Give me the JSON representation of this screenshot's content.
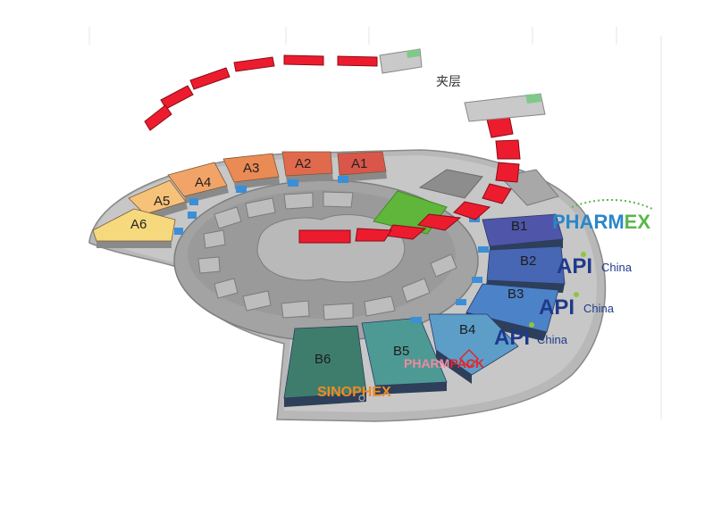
{
  "mezzanine_label": "夹层",
  "halls_a": [
    {
      "label": "A1",
      "color": "#d9574a"
    },
    {
      "label": "A2",
      "color": "#e16a4c"
    },
    {
      "label": "A3",
      "color": "#ea8a55"
    },
    {
      "label": "A4",
      "color": "#f2a468"
    },
    {
      "label": "A5",
      "color": "#f6c27a"
    },
    {
      "label": "A6",
      "color": "#f6d87d"
    }
  ],
  "halls_b": [
    {
      "label": "B1",
      "color": "#4f55a8"
    },
    {
      "label": "B2",
      "color": "#4766b4"
    },
    {
      "label": "B3",
      "color": "#4c82c8"
    },
    {
      "label": "B4",
      "color": "#5d9ec9"
    },
    {
      "label": "B5",
      "color": "#4d9a94"
    },
    {
      "label": "B6",
      "color": "#3e7d6c"
    }
  ],
  "logos": {
    "pharmex": {
      "text_a": "PHARM",
      "text_b": "EX",
      "color_a": "#2a86c9",
      "color_b": "#58b84a"
    },
    "api": {
      "main": "API",
      "sub": "China",
      "color": "#1f3a8c",
      "dot": "#8cc63f"
    },
    "pharmpack": {
      "text_a": "PHARM",
      "text_b": "PACK",
      "color_a": "#f08aa0",
      "color_b": "#e3262c"
    },
    "sinophex": {
      "text": "SINOPHEX",
      "color": "#f08a24"
    }
  },
  "colors": {
    "walkway": "#ec1c2e",
    "floor": "#9c9c9c",
    "inner_ring": "#8f8f8f",
    "green_zone": "#5fb63a",
    "connector": "#3b8fd6"
  }
}
